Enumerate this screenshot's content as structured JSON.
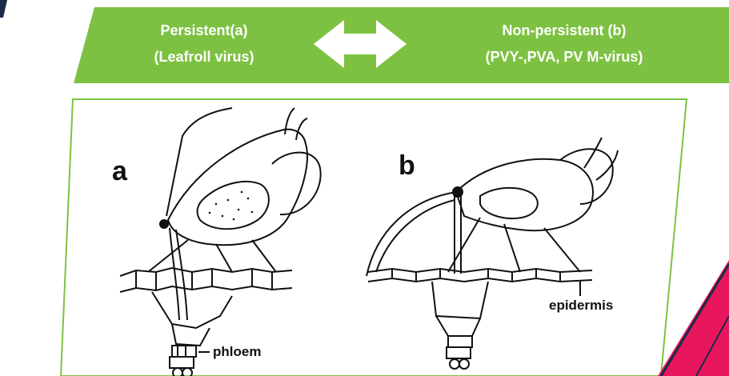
{
  "header": {
    "left_line1": "Persistent(a)",
    "left_line2": "(Leafroll virus)",
    "right_line1": "Non-persistent (b)",
    "right_line2": "(PVY-,PVA, PV M-virus)"
  },
  "figure": {
    "panel_a_label": "a",
    "panel_b_label": "b",
    "phloem_label": "phloem",
    "epidermis_label": "epidermis"
  },
  "colors": {
    "banner_green": "#7dc142",
    "accent_pink": "#e8175d",
    "accent_navy": "#1b2a4a"
  }
}
